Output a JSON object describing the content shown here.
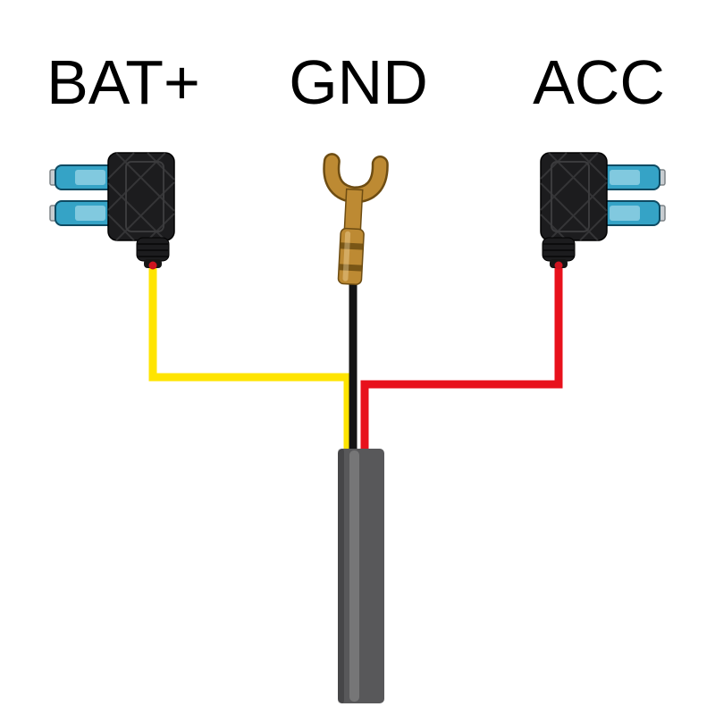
{
  "connectors": [
    {
      "id": "bat",
      "label": "BAT+",
      "type": "mini-fuse-tap",
      "wire_color": "#ffe400"
    },
    {
      "id": "gnd",
      "label": "GND",
      "type": "fork-spade-terminal",
      "wire_color": "#141414"
    },
    {
      "id": "acc",
      "label": "ACC",
      "type": "mini-fuse-tap",
      "wire_color": "#e8111c"
    }
  ],
  "colors": {
    "background": "#ffffff",
    "label_text": "#000000",
    "fuse_tap_body": "#1c1c1e",
    "fuse_blue": "#35a3c6",
    "fuse_blue_dark": "#0e4b63",
    "fuse_window": "#bfe9f4",
    "fuse_metal": "#c8cdd1",
    "terminal_brass": "#bd8a33",
    "terminal_brass_dark": "#6d4c12",
    "wire_seal_red": "#cf1420",
    "cable_gray": "#58585a"
  }
}
